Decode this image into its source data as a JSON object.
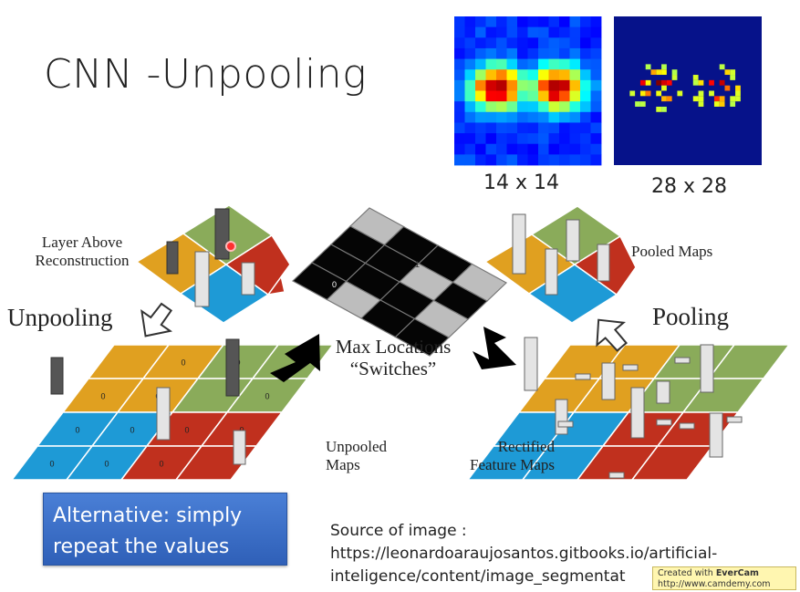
{
  "slide": {
    "title": "CNN -Unpooling",
    "heatmap_small_caption": "14 x 14",
    "heatmap_large_caption": "28 x 28",
    "layer_above_line1": "Layer Above",
    "layer_above_line2": "Reconstruction",
    "unpooling_label": "Unpooling",
    "pooling_label": "Pooling",
    "pooled_maps_label": "Pooled Maps",
    "switches_line1": "Max Locations",
    "switches_line2": "“Switches”",
    "unpooled_line1": "Unpooled",
    "unpooled_line2": "Maps",
    "rectified_line1": "Rectified",
    "rectified_line2": "Feature Maps",
    "switch_values": [
      "0",
      "1"
    ],
    "unpooled_cell_value": "0",
    "alternative_line1": "Alternative: simply",
    "alternative_line2": "repeat the values",
    "source_line1": "Source of image :",
    "source_line2": "https://leonardoaraujosantos.gitbooks.io/artificial-",
    "source_line3": "inteligence/content/image_segmentat",
    "watermark_prefix": "Created with",
    "watermark_brand": "EverCam",
    "watermark_url": "http://www.camdemy.com"
  },
  "colors": {
    "orange": "#e0a020",
    "green": "#8aab5a",
    "blue": "#1e9ad6",
    "red": "#c0301e",
    "dark_bar": "#555555",
    "light_bar": "#e4e4e4",
    "alt_box": "#3b6fcf"
  }
}
